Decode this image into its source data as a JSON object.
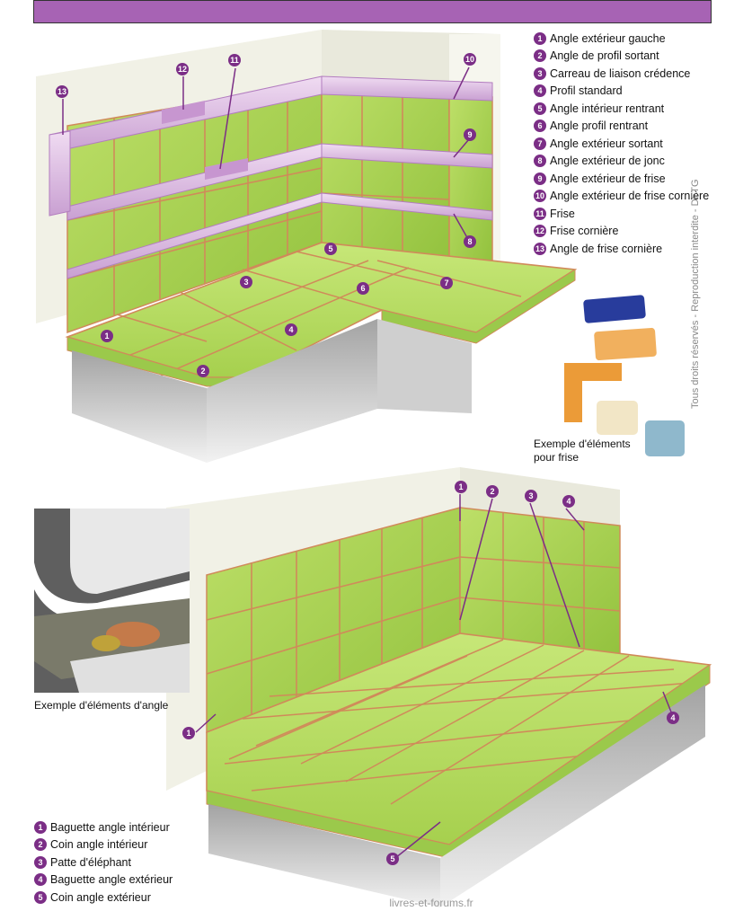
{
  "top_diagram": {
    "legend": [
      {
        "num": "1",
        "label": "Angle extérieur gauche"
      },
      {
        "num": "2",
        "label": "Angle de profil sortant"
      },
      {
        "num": "3",
        "label": "Carreau de liaison crédence"
      },
      {
        "num": "4",
        "label": "Profil standard"
      },
      {
        "num": "5",
        "label": "Angle intérieur rentrant"
      },
      {
        "num": "6",
        "label": "Angle profil rentrant"
      },
      {
        "num": "7",
        "label": "Angle extérieur sortant"
      },
      {
        "num": "8",
        "label": "Angle extérieur de jonc"
      },
      {
        "num": "9",
        "label": "Angle extérieur de frise"
      },
      {
        "num": "10",
        "label": "Angle extérieur de frise cornière"
      },
      {
        "num": "11",
        "label": "Frise"
      },
      {
        "num": "12",
        "label": "Frise cornière"
      },
      {
        "num": "13",
        "label": "Angle de frise cornière"
      }
    ],
    "frieze_caption": "Exemple d'éléments pour frise"
  },
  "bottom_diagram": {
    "legend": [
      {
        "num": "1",
        "label": "Baguette angle intérieur"
      },
      {
        "num": "2",
        "label": "Coin angle intérieur"
      },
      {
        "num": "3",
        "label": "Patte d'éléphant"
      },
      {
        "num": "4",
        "label": "Baguette angle extérieur"
      },
      {
        "num": "5",
        "label": "Coin angle extérieur"
      }
    ],
    "angle_caption": "Exemple d'éléments d'angle"
  },
  "watermark": "livres-et-forums.fr",
  "copyright": "Tous droits réservés - Reproduction interdite - DFTG",
  "colors": {
    "banner": "#a763b4",
    "tile_green": "#b5dc5a",
    "tile_dark": "#7fb13a",
    "grout": "#d08a5a",
    "frieze": "#e2c0e6",
    "badge": "#7b2e86",
    "wall": "#f1f1e6"
  }
}
